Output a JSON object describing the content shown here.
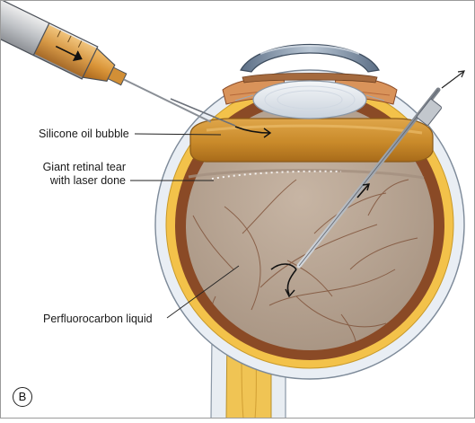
{
  "labels": {
    "silicone_oil": "Silicone oil bubble",
    "retinal_tear_line1": "Giant retinal tear",
    "retinal_tear_line2": "with laser done",
    "pfcl": "Perfluorocarbon liquid"
  },
  "panel_letter": "B",
  "colors": {
    "silicone_oil": "#c98a2a",
    "pfcl": "#b5a291",
    "sclera": "#e9eef4",
    "choroid_yellow": "#f3c24a",
    "retina_brown": "#8a4a26",
    "optic_nerve": "#f0c454",
    "syringe_fluid": "#d6953a",
    "cornea_blue": "#7f95ad"
  },
  "icons": [
    "syringe-icon",
    "cannula-icon",
    "flow-arrow-icon"
  ]
}
